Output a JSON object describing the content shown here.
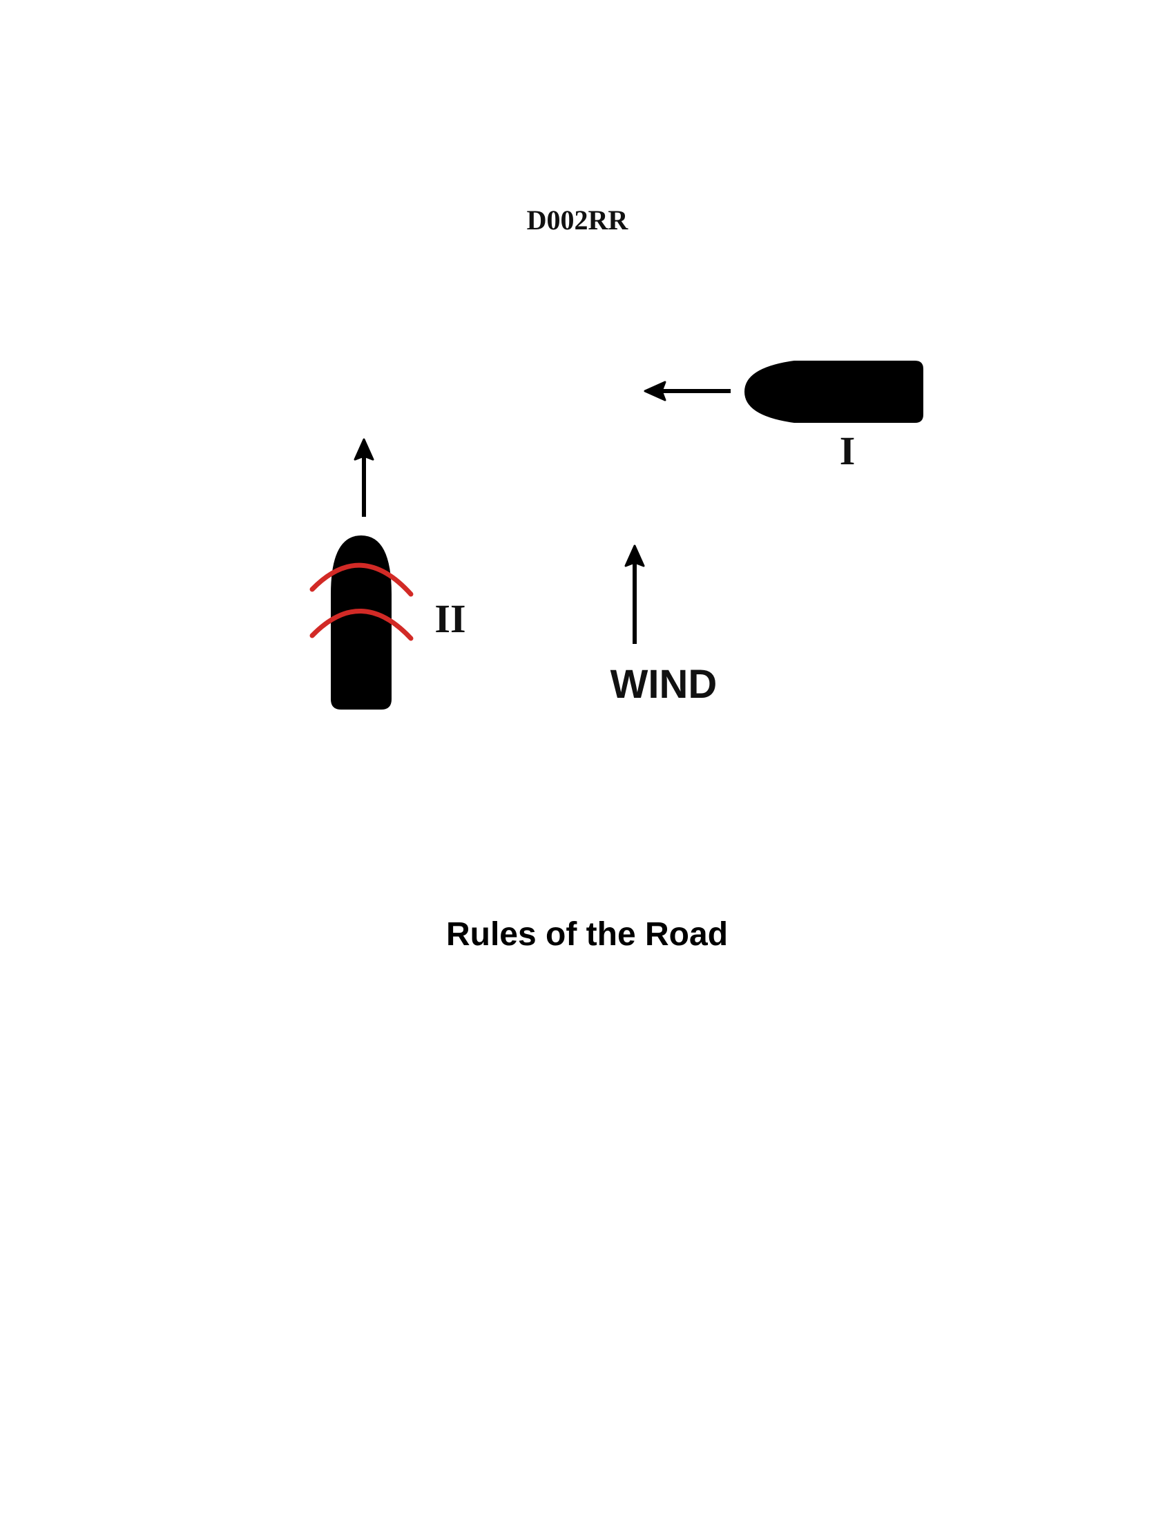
{
  "diagram_code": "D002RR",
  "vessels": {
    "vessel_one_label": "I",
    "vessel_two_label": "II"
  },
  "wind_label": "WIND",
  "footer_title": "Rules of the Road",
  "colors": {
    "vessel": "#000000",
    "arrow": "#000000",
    "light_arc": "#d22a26",
    "background": "#ffffff"
  },
  "icons": {
    "vessel_one": "vessel-icon",
    "vessel_two": "vessel-icon",
    "vessel_one_heading": "arrow-left-icon",
    "vessel_two_heading": "arrow-up-icon",
    "wind_direction": "arrow-up-icon",
    "vessel_two_lights": "light-arc-icon"
  }
}
